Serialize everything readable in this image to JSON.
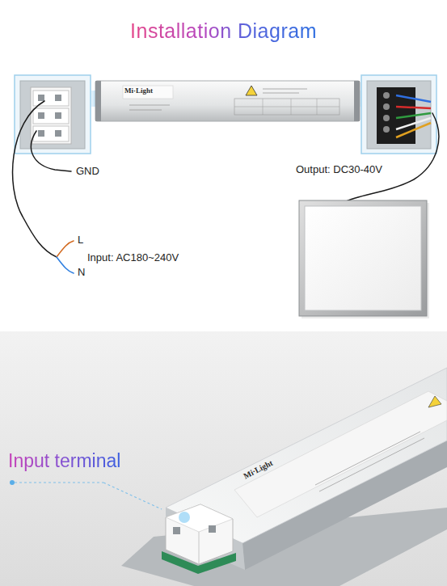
{
  "diagram": {
    "title": "Installation Diagram",
    "nodes": [
      {
        "text": [
          "Mi·Light"
        ]
      }
    ],
    "labels": [
      "GND",
      "Output: DC30-40V",
      "L",
      "Input: AC180~240V",
      "N",
      "Mi·Light",
      "Input terminal"
    ]
  }
}
